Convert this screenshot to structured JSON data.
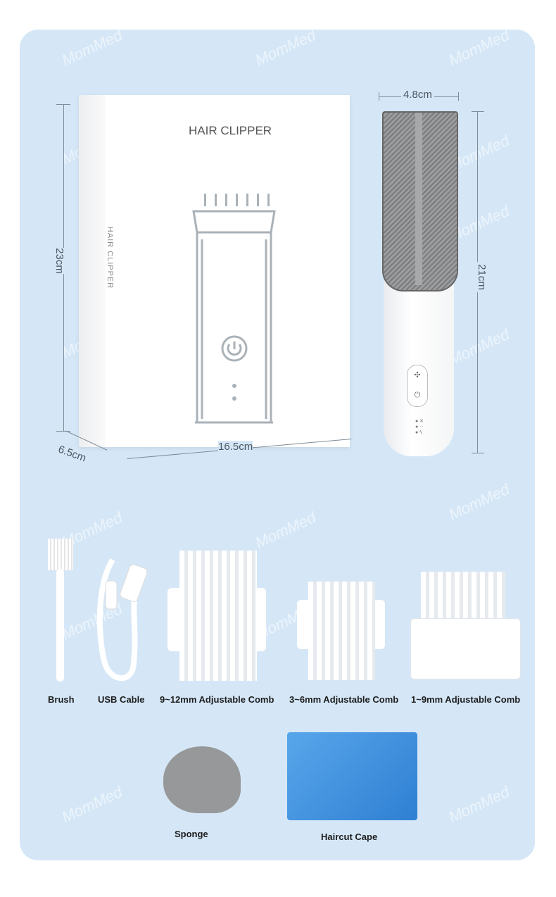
{
  "watermark": "MomMed",
  "box": {
    "title": "HAIR CLIPPER",
    "spine_text": "HAIR CLIPPER"
  },
  "dimensions": {
    "box_height": "23cm",
    "box_width": "16.5cm",
    "box_depth": "6.5cm",
    "clipper_width": "4.8cm",
    "clipper_height": "21cm"
  },
  "accessories": [
    {
      "label": "Brush"
    },
    {
      "label": "USB Cable"
    },
    {
      "label": "9~12mm Adjustable Comb"
    },
    {
      "label": "3~6mm Adjustable Comb"
    },
    {
      "label": "1~9mm Adjustable Comb"
    },
    {
      "label": "Sponge"
    },
    {
      "label": "Haircut Cape"
    }
  ],
  "colors": {
    "panel": "#d5e7f7",
    "cape": "#3d8fdc",
    "sponge": "#9a9a9a",
    "blade": "#6d6e70"
  }
}
